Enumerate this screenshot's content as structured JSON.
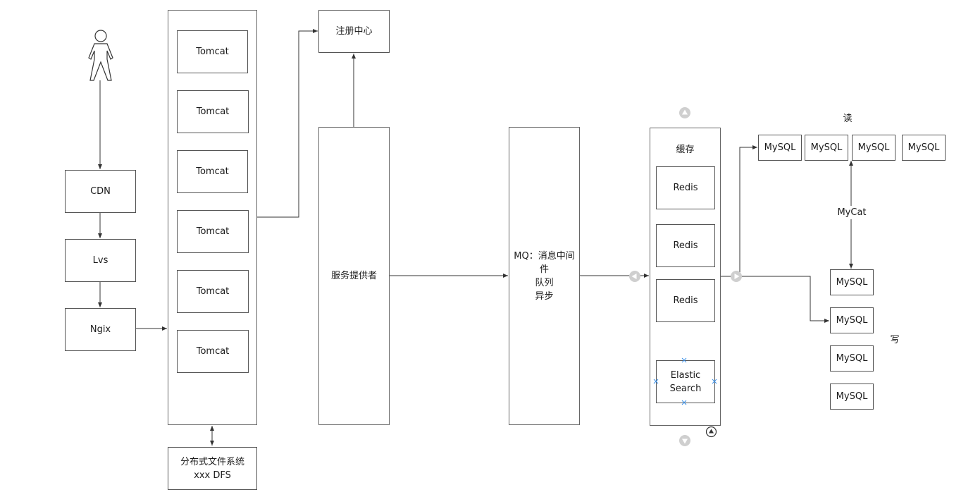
{
  "colors": {
    "stroke": "#333333",
    "box_border": "#555555",
    "handle": "#c8c8c8",
    "selection": "#3a8ee6"
  },
  "icons": {
    "user": "stick-figure-actor",
    "nav_up": "triangle-up-circle",
    "nav_down": "triangle-down-circle",
    "nav_left": "triangle-left-circle",
    "nav_right": "triangle-right-circle",
    "connect": "connect-triangle-circle",
    "selection": "x-handle"
  },
  "nodes": {
    "cdn": "CDN",
    "lvs": "Lvs",
    "ngix": "Ngix",
    "tomcat": [
      "Tomcat",
      "Tomcat",
      "Tomcat",
      "Tomcat",
      "Tomcat",
      "Tomcat"
    ],
    "dfs": "分布式文件系统\nxxx DFS",
    "registry": "注册中心",
    "provider": "服务提供者",
    "mq": "MQ：消息中间\n件\n队列\n异步",
    "cache_title": "缓存",
    "redis": [
      "Redis",
      "Redis",
      "Redis"
    ],
    "elastic": "Elastic\nSearch",
    "read_label": "读",
    "read_mysql": [
      "MySQL",
      "MySQL",
      "MySQL",
      "MySQL"
    ],
    "mycat": "MyCat",
    "write_mysql": [
      "MySQL",
      "MySQL",
      "MySQL",
      "MySQL"
    ],
    "write_label": "写"
  }
}
